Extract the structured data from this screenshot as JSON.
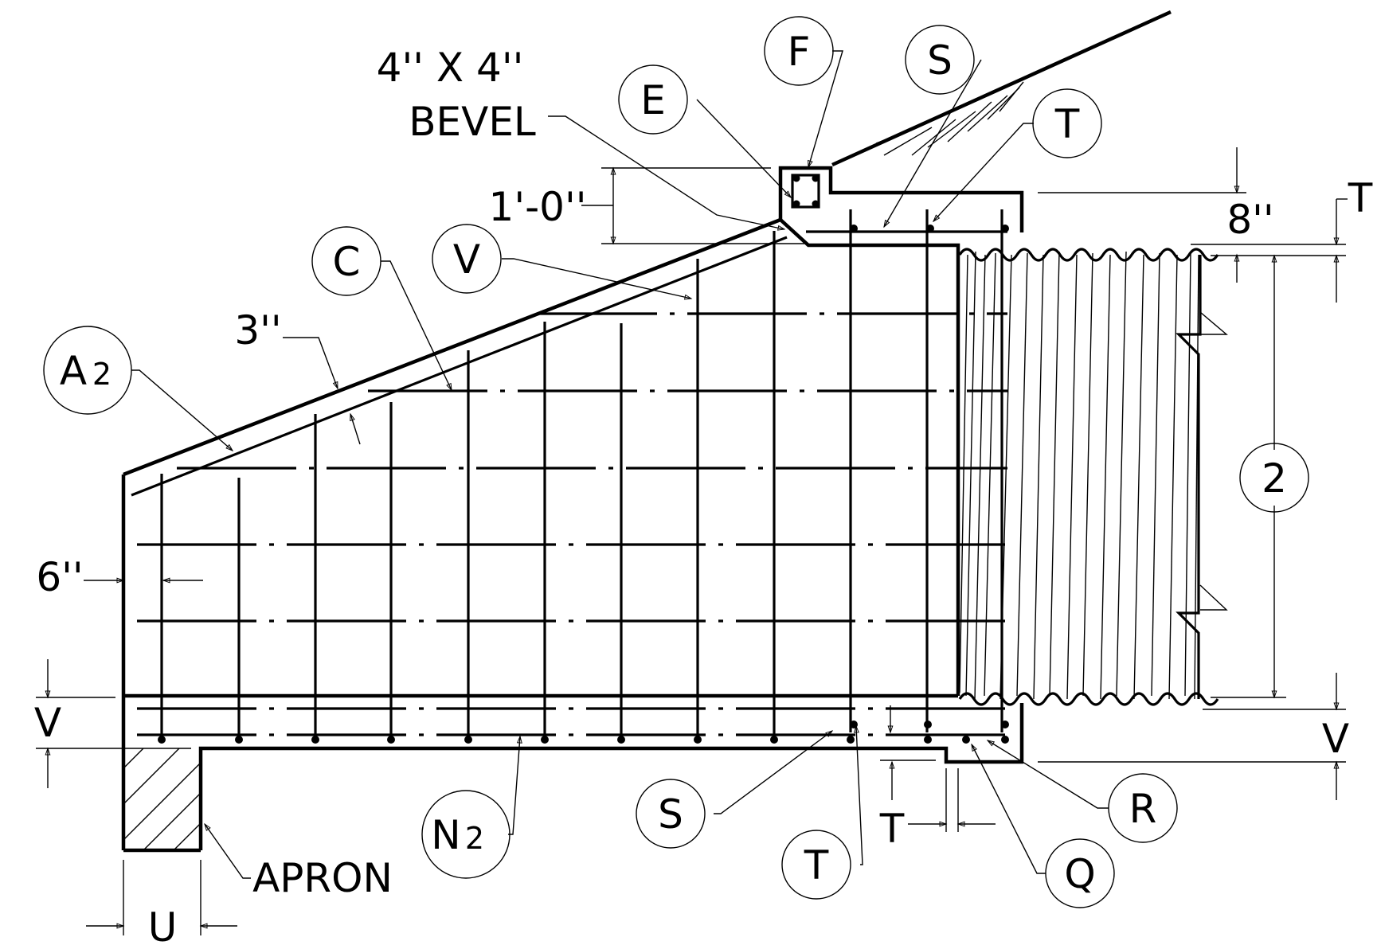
{
  "callouts": {
    "F": "F",
    "S_top": "S",
    "E": "E",
    "T_top": "T",
    "C": "C",
    "V_top": "V",
    "A": "A",
    "A_sub": "2",
    "two": "2",
    "N": "N",
    "N_sub": "2",
    "S_bottom": "S",
    "T_bottom": "T",
    "R": "R",
    "Q": "Q"
  },
  "dimensions": {
    "bevel_line1": "4'' X 4''",
    "bevel_line2": "BEVEL",
    "one_foot": "1'-0''",
    "three_inch": "3''",
    "six_inch": "6''",
    "eight_inch": "8''",
    "T_right": "T",
    "V_left": "V",
    "V_right": "V",
    "T_lower": "T",
    "U": "U",
    "apron": "APRON"
  }
}
